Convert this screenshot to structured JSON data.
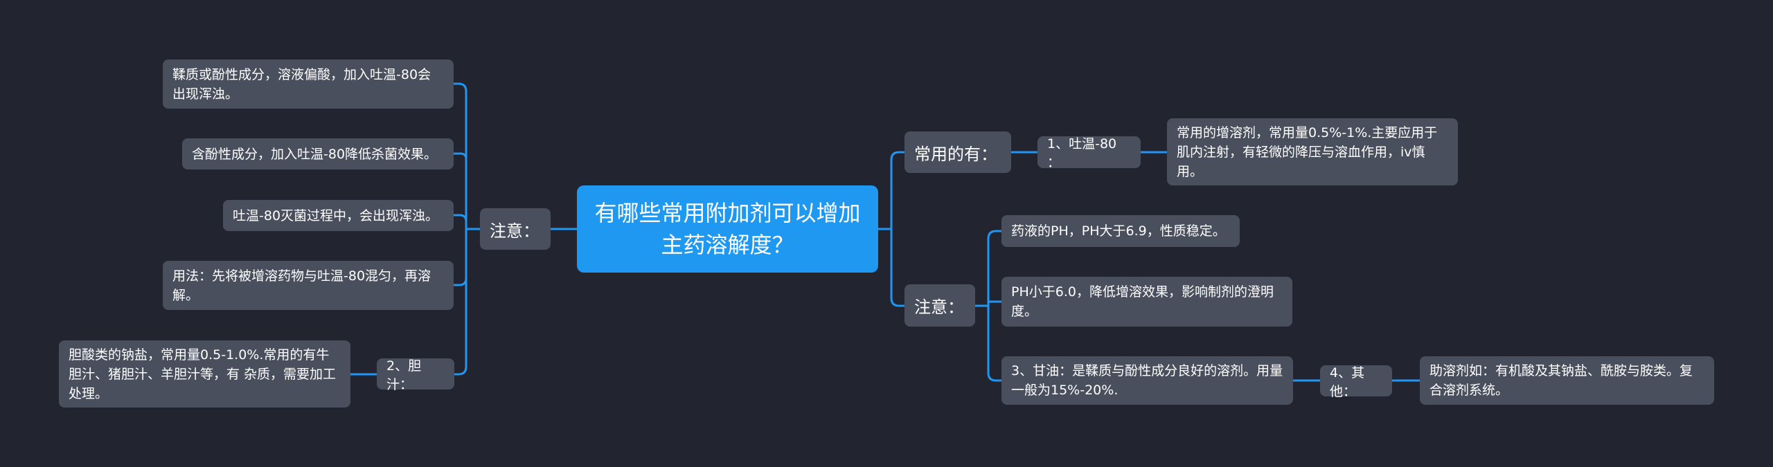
{
  "colors": {
    "background": "#22242f",
    "root_fill": "#1f98f2",
    "node_fill": "#4a4f5e",
    "connector": "#2196f3",
    "text": "#ffffff"
  },
  "root": {
    "label": "有哪些常用附加剂可以增加主药溶解度？"
  },
  "left": {
    "notes": {
      "label": "注意：",
      "items": [
        "鞣质或酚性成分，溶液偏酸，加入吐温-80会出现浑浊。",
        "含酚性成分，加入吐温-80降低杀菌效果。",
        "吐温-80灭菌过程中，会出现浑浊。",
        "用法：先将被增溶药物与吐温-80混匀，再溶解。"
      ],
      "sub": {
        "label": "2、胆汁：",
        "detail": "胆酸类的钠盐，常用量0.5-1.0%.常用的有牛胆汁、猪胆汁、羊胆汁等，有 杂质，需要加工处理。"
      }
    }
  },
  "right": {
    "common": {
      "label": "常用的有：",
      "sub": {
        "label": "1、吐温-80 ：",
        "detail": "常用的增溶剂，常用量0.5%-1%.主要应用于肌内注射，有轻微的降压与溶血作用，iv慎用。"
      }
    },
    "notes": {
      "label": "注意：",
      "items": [
        "药液的PH，PH大于6.9，性质稳定。",
        "PH小于6.0，降低增溶效果，影响制剂的澄明度。",
        "3、甘油：是鞣质与酚性成分良好的溶剂。用量一般为15%-20%."
      ],
      "sub": {
        "label": "4、其他：",
        "detail": "助溶剂如：有机酸及其钠盐、酰胺与胺类。复合溶剂系统。"
      }
    }
  }
}
